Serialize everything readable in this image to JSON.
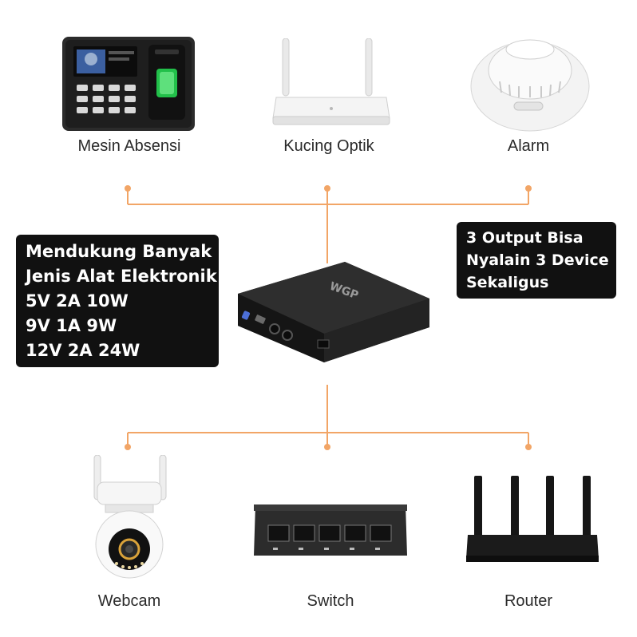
{
  "devices_top": [
    {
      "label": "Mesin Absensi",
      "icon": "fingerprint-attendance-machine-icon"
    },
    {
      "label": "Kucing Optik",
      "icon": "fiber-optic-router-icon"
    },
    {
      "label": "Alarm",
      "icon": "smoke-alarm-icon"
    }
  ],
  "devices_bottom": [
    {
      "label": "Webcam",
      "icon": "cctv-camera-icon"
    },
    {
      "label": "Switch",
      "icon": "network-switch-icon"
    },
    {
      "label": "Router",
      "icon": "wifi-router-icon"
    }
  ],
  "callout_left": {
    "lines": [
      "Mendukung Banyak",
      "Jenis Alat Elektronik",
      "5V 2A 10W",
      "9V 1A 9W",
      "12V 2A 24W"
    ]
  },
  "callout_right": {
    "lines": [
      "3 Output Bisa",
      "Nyalain 3 Device",
      "Sekaligus"
    ]
  },
  "product": {
    "brand": "WGP",
    "icon": "mini-ups-device-icon"
  },
  "colors": {
    "connector": "#f2a566",
    "callout_bg": "#111111",
    "callout_text": "#ffffff"
  }
}
